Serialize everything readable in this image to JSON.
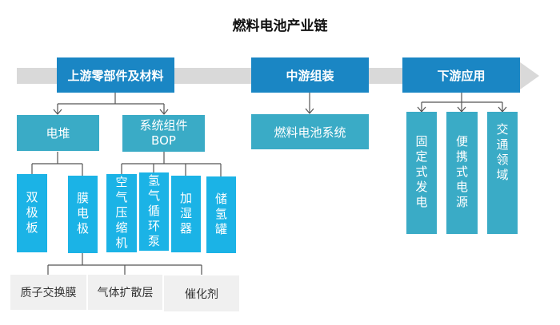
{
  "title": "燃料电池产业链",
  "colors": {
    "stage": "#1a86c4",
    "teal_box": "#3aabc6",
    "cyan_box": "#1bb3e6",
    "grey_box": "#f0f0f0",
    "band": "#d9d9d9"
  },
  "stages": {
    "upstream": {
      "label": "上游零部件及材料",
      "groups": {
        "stack": {
          "label": "电堆",
          "items": [
            "双极板",
            "膜电极"
          ]
        },
        "bop": {
          "label_line1": "系统组件",
          "label_line2": "BOP",
          "items": [
            "空气压缩机",
            "氢气循环泵",
            "加湿器",
            "储氢罐"
          ]
        }
      },
      "mea_components": [
        "质子交换膜",
        "气体扩散层",
        "催化剂"
      ]
    },
    "midstream": {
      "label": "中游组装",
      "items": [
        "燃料电池系统"
      ]
    },
    "downstream": {
      "label": "下游应用",
      "items": [
        "固定式发电",
        "便携式电源",
        "交通领域"
      ]
    }
  }
}
